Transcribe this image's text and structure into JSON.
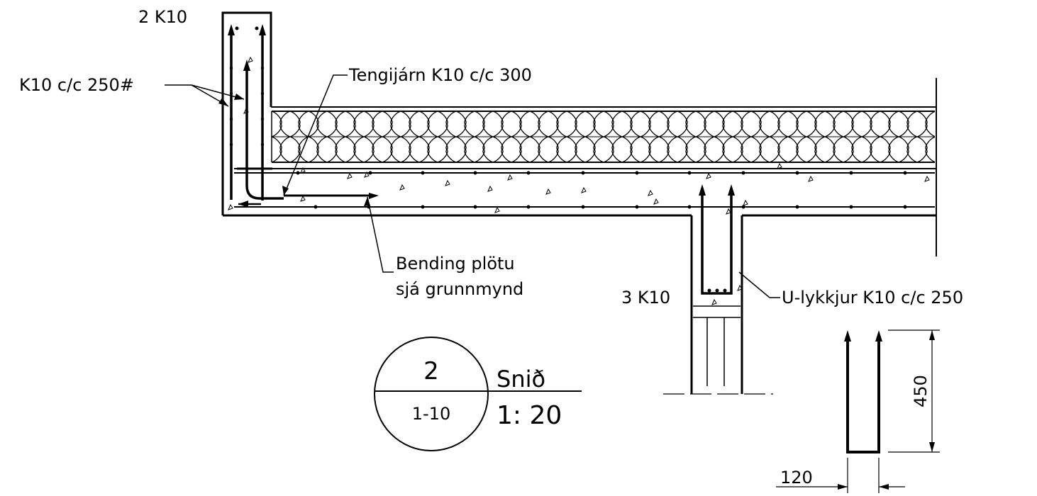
{
  "labels": {
    "top_bars": "2 K10",
    "wall_mesh": "K10 c/c 250#",
    "tie_bars": "Tengijárn K10 c/c 300",
    "slab_bending_1": "Bending plötu",
    "slab_bending_2": "sjá grunnmynd",
    "beam_bars": "3 K10",
    "u_loops": "U-lykkjur K10 c/c 250"
  },
  "title_block": {
    "detail_number": "2",
    "sheet_ref": "1-10",
    "title": "Snið",
    "scale": "1: 20"
  },
  "u_bar_detail": {
    "height": "450",
    "width": "120"
  }
}
